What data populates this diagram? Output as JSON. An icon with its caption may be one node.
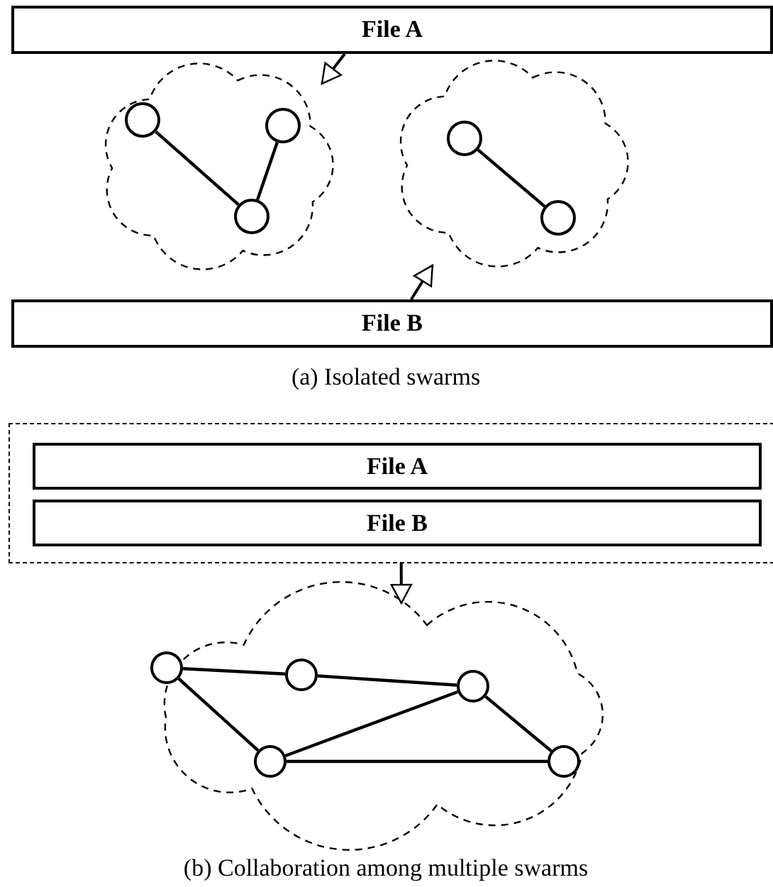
{
  "diagram": {
    "nodes": [
      {
        "text": [
          "File A"
        ]
      },
      {
        "text": [],
        "shape": "cloud"
      },
      {
        "text": [],
        "shape": "circle",
        "in": 1
      },
      {
        "text": [],
        "shape": "circle",
        "in": 1
      },
      {
        "text": [],
        "shape": "circle",
        "in": 1
      },
      {
        "text": [],
        "shape": "cloud"
      },
      {
        "text": [],
        "shape": "circle",
        "in": 5
      },
      {
        "text": [],
        "shape": "circle",
        "in": 5
      },
      {
        "text": [
          "File B"
        ]
      },
      {
        "text": [],
        "shape": "box"
      },
      {
        "text": [
          "File A"
        ],
        "in": 9
      },
      {
        "text": [
          "File B"
        ],
        "in": 9
      },
      {
        "text": [],
        "shape": "cloud"
      },
      {
        "text": [],
        "shape": "circle",
        "in": 12
      },
      {
        "text": [],
        "shape": "circle",
        "in": 12
      },
      {
        "text": [],
        "shape": "circle",
        "in": 12
      },
      {
        "text": [],
        "shape": "circle",
        "in": 12
      },
      {
        "text": [],
        "shape": "circle",
        "in": 12
      }
    ],
    "edges": [
      {
        "from": 0,
        "to": 1,
        "arrow": "to"
      },
      {
        "from": 8,
        "to": 5,
        "arrow": "to"
      },
      {
        "from": 9,
        "to": 12,
        "arrow": "to"
      },
      {
        "from": 2,
        "to": 4,
        "arrow": "none"
      },
      {
        "from": 3,
        "to": 4,
        "arrow": "none"
      },
      {
        "from": 6,
        "to": 7,
        "arrow": "none"
      },
      {
        "from": 13,
        "to": 14,
        "arrow": "none"
      },
      {
        "from": 14,
        "to": 15,
        "arrow": "none"
      },
      {
        "from": 13,
        "to": 16,
        "arrow": "none"
      },
      {
        "from": 16,
        "to": 15,
        "arrow": "none"
      },
      {
        "from": 16,
        "to": 17,
        "arrow": "none"
      },
      {
        "from": 15,
        "to": 17,
        "arrow": "none"
      }
    ],
    "labels": [
      "(a) Isolated swarms",
      "(b) Collaboration among multiple swarms"
    ]
  }
}
